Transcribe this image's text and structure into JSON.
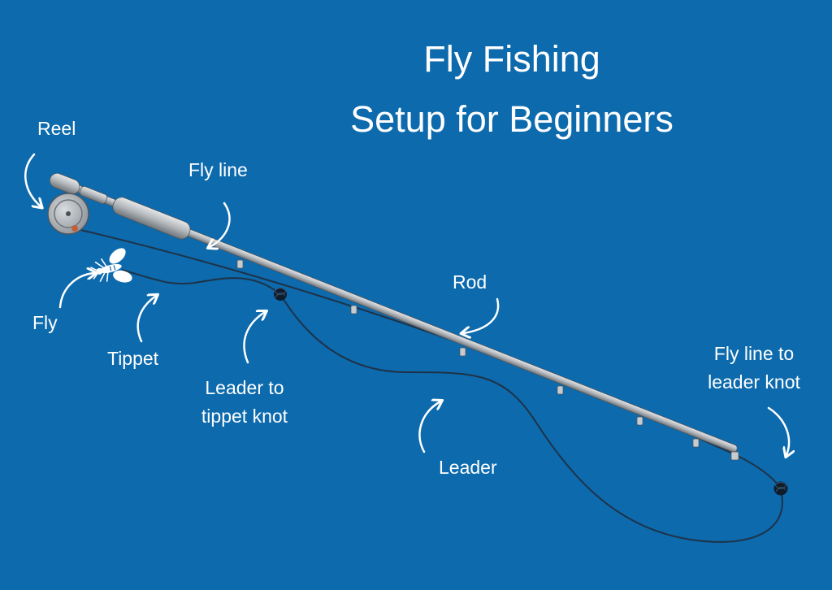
{
  "title": {
    "line1": "Fly Fishing",
    "line2": "Setup for Beginners"
  },
  "labels": {
    "reel": "Reel",
    "fly_line": "Fly line",
    "rod": "Rod",
    "fly": "Fly",
    "tippet": "Tippet",
    "leader_to_tippet_line1": "Leader to",
    "leader_to_tippet_line2": "tippet knot",
    "leader": "Leader",
    "fly_line_to_leader_line1": "Fly line to",
    "fly_line_to_leader_line2": "leader knot"
  },
  "colors": {
    "background": "#0c6aad",
    "text": "#ffffff",
    "rod": "#b9bcbf",
    "line": "#1f3247",
    "knot": "#0f1c2c"
  },
  "icons": [
    "reel-icon",
    "fly-icon",
    "knot-icon",
    "arrow-icon"
  ]
}
